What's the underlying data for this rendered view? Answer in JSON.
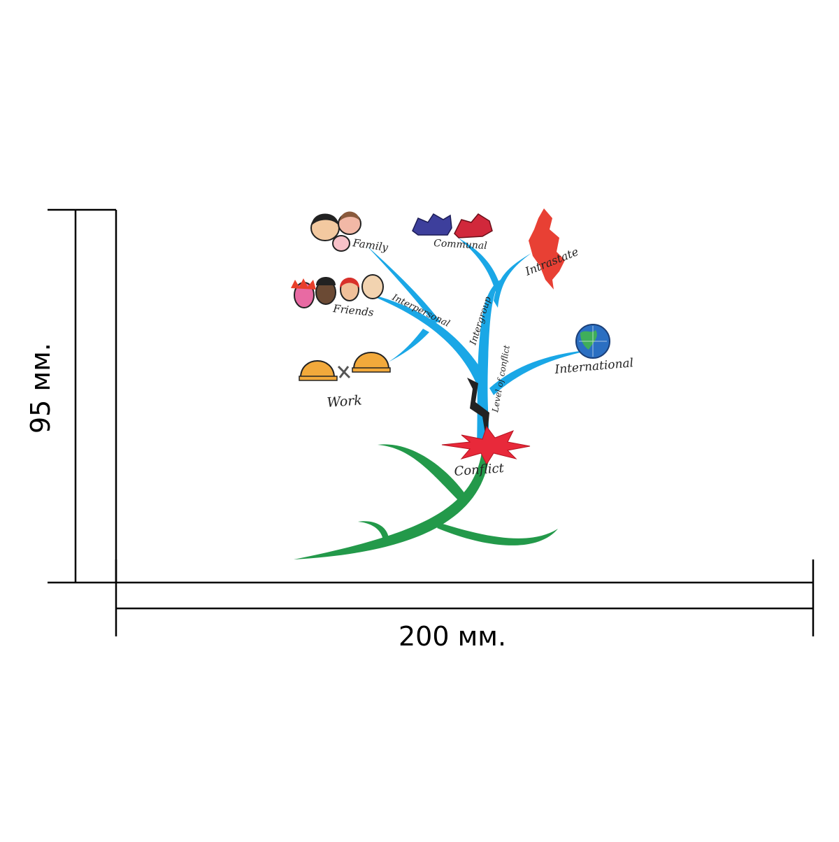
{
  "dimensions": {
    "width_label": "200 мм.",
    "height_label": "95 мм."
  },
  "diagram": {
    "root_label": "Conflict",
    "trunk_label": "Level of conflict",
    "branches": {
      "interpersonal": "Interpersonal",
      "intergroup": "Intergroup",
      "international": "International"
    },
    "leaves": {
      "family": "Family",
      "friends": "Friends",
      "work": "Work",
      "communal": "Communal",
      "intrastate": "Intrastate"
    },
    "colors": {
      "branch": "#1aa7e6",
      "root": "#23994a",
      "burst": "#e8293a",
      "map": "#e84034",
      "helmet": "#f2a93b",
      "globe": "#2b6fc2"
    }
  }
}
